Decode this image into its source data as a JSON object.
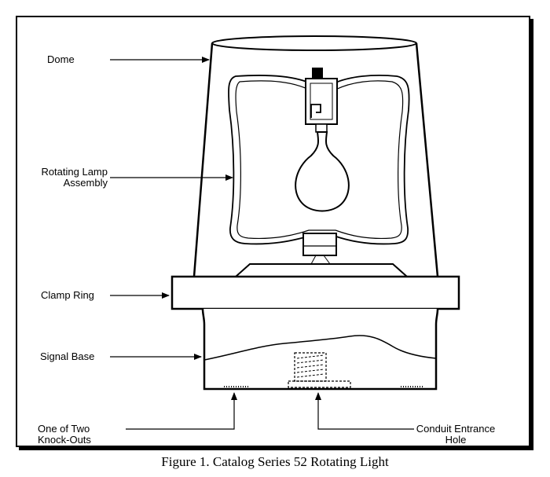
{
  "labels": {
    "dome": "Dome",
    "rotating_lamp_line1": "Rotating Lamp",
    "rotating_lamp_line2": "Assembly",
    "clamp_ring": "Clamp Ring",
    "signal_base": "Signal Base",
    "knockouts_line1": "One of Two",
    "knockouts_line2": "Knock-Outs",
    "conduit_line1": "Conduit Entrance",
    "conduit_line2": "Hole"
  },
  "caption": "Figure 1.  Catalog Series 52 Rotating Light"
}
